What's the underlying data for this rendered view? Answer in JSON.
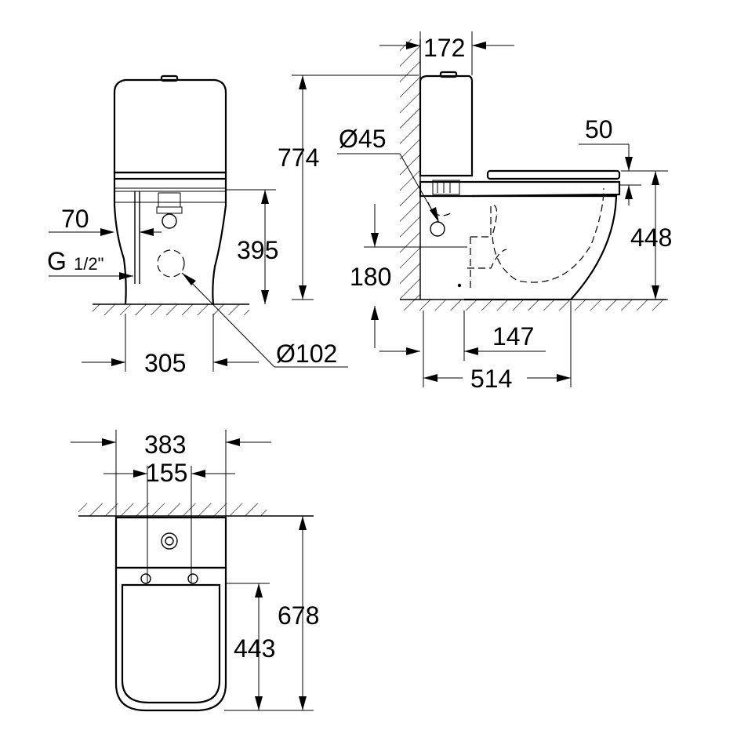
{
  "drawing": {
    "front_view": {
      "dim_70": "70",
      "dim_g_prefix": "G",
      "dim_g_frac": "1/2\"",
      "dim_395": "395",
      "dim_305": "305",
      "dim_d102": "Ø102"
    },
    "side_view": {
      "dim_172": "172",
      "dim_774": "774",
      "dim_d45": "Ø45",
      "dim_50": "50",
      "dim_448": "448",
      "dim_180": "180",
      "dim_147": "147",
      "dim_514": "514"
    },
    "top_view": {
      "dim_383": "383",
      "dim_155": "155",
      "dim_678": "678",
      "dim_443": "443"
    }
  }
}
